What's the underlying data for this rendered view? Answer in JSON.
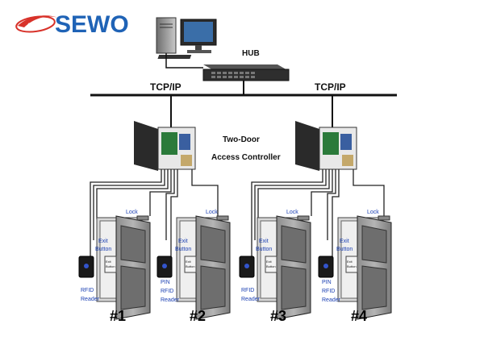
{
  "brand": {
    "name": "SEWO",
    "tag": "SEWO",
    "accent": "#1f63b6",
    "swoosh": "#d8322a"
  },
  "hub": {
    "label": "HUB"
  },
  "network": {
    "left_label": "TCP/IP",
    "right_label": "TCP/IP"
  },
  "controller": {
    "line1": "Two-Door",
    "line2": "Access Controller"
  },
  "door_parts": {
    "lock": "Lock",
    "exit_line1": "Exit",
    "exit_line2": "Button",
    "panel_exit": "Exit",
    "panel_button": "Button"
  },
  "doors": [
    {
      "number": "#1",
      "reader_lines": [
        "RFID",
        "Reader"
      ]
    },
    {
      "number": "#2",
      "reader_lines": [
        "PIN",
        "RFID",
        "Reader"
      ]
    },
    {
      "number": "#3",
      "reader_lines": [
        "RFID",
        "Reader"
      ]
    },
    {
      "number": "#4",
      "reader_lines": [
        "PIN",
        "RFID",
        "Reader"
      ]
    }
  ],
  "colors": {
    "label_blue": "#1a3fb3",
    "line": "#111111",
    "wire": "#222222"
  }
}
